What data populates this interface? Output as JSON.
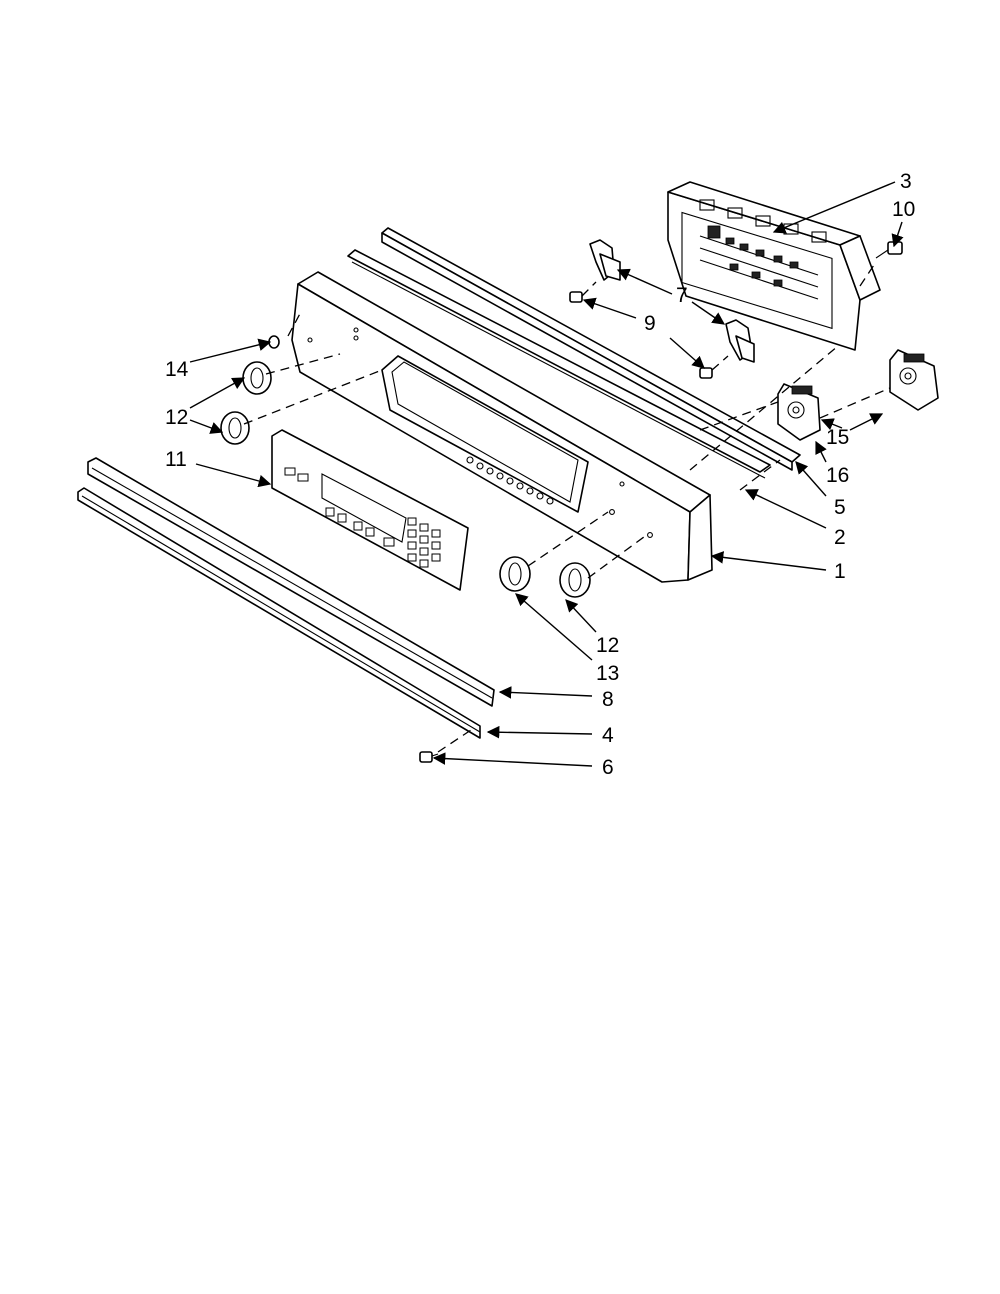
{
  "callouts": [
    {
      "id": "1",
      "label": "1"
    },
    {
      "id": "2",
      "label": "2"
    },
    {
      "id": "3",
      "label": "3"
    },
    {
      "id": "4",
      "label": "4"
    },
    {
      "id": "5",
      "label": "5"
    },
    {
      "id": "6",
      "label": "6"
    },
    {
      "id": "7",
      "label": "7"
    },
    {
      "id": "8",
      "label": "8"
    },
    {
      "id": "9",
      "label": "9"
    },
    {
      "id": "10",
      "label": "10"
    },
    {
      "id": "11",
      "label": "11"
    },
    {
      "id": "12a",
      "label": "12"
    },
    {
      "id": "12b",
      "label": "12"
    },
    {
      "id": "13",
      "label": "13"
    },
    {
      "id": "14",
      "label": "14"
    },
    {
      "id": "15",
      "label": "15"
    },
    {
      "id": "16",
      "label": "16"
    }
  ],
  "colors": {
    "line": "#000000",
    "background": "#ffffff"
  }
}
